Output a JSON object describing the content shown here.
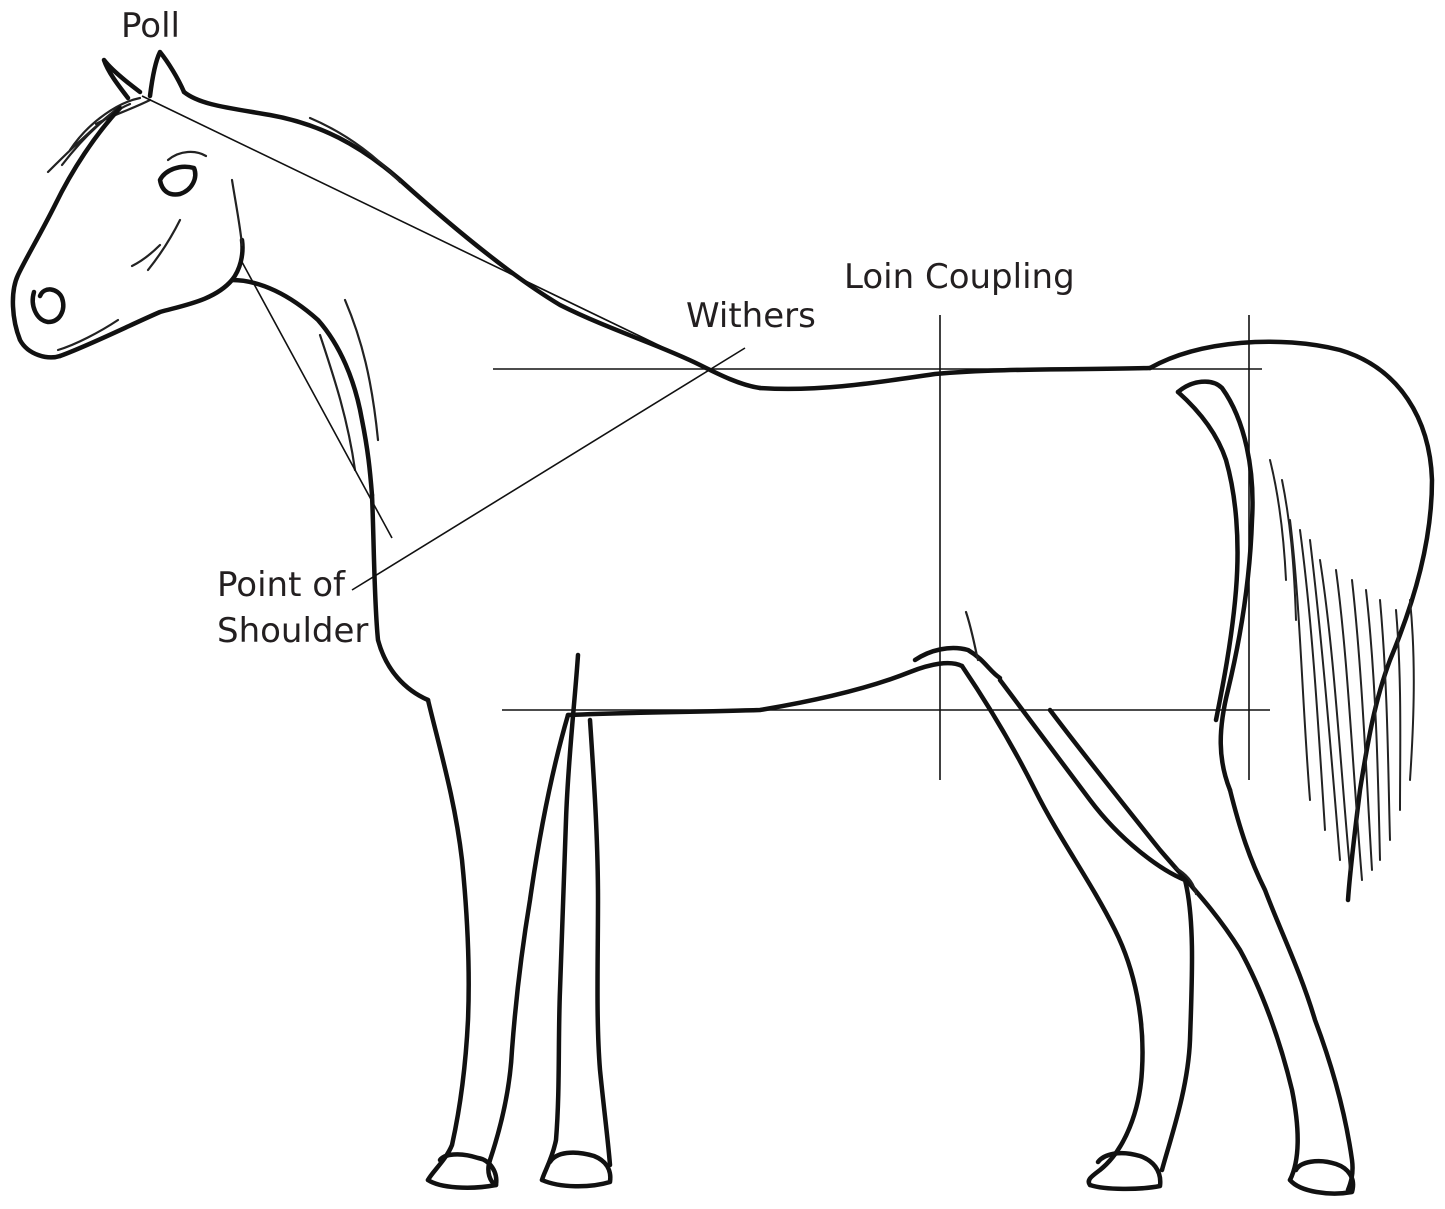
{
  "labels": {
    "poll": "Poll",
    "withers": "Withers",
    "loin_coupling": "Loin Coupling",
    "point_of_shoulder_line1": "Point of",
    "point_of_shoulder_line2": "Shoulder"
  },
  "colors": {
    "background": "#ffffff",
    "lines": "#111111",
    "text": "#231f20"
  }
}
